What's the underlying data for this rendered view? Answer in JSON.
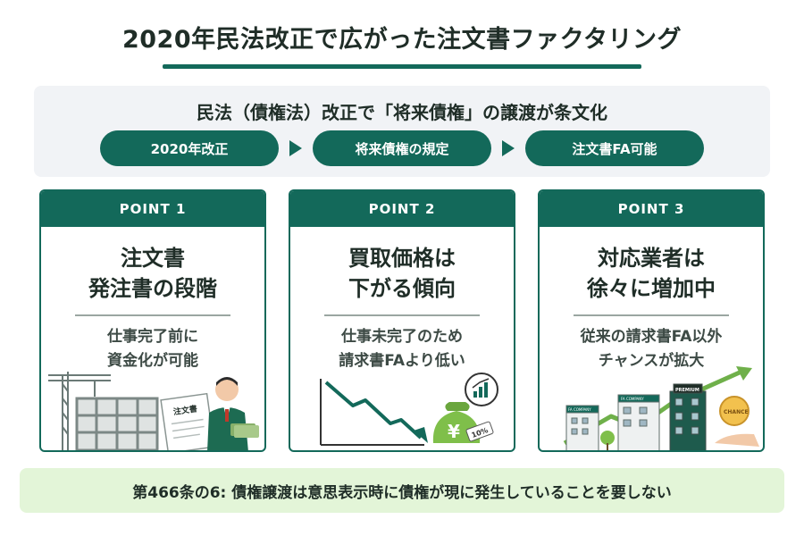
{
  "title": "2020年民法改正で広がった注文書ファクタリング",
  "band": {
    "heading": "民法（債権法）改正で「将来債権」の譲渡が条文化",
    "steps": [
      "2020年改正",
      "将来債権の規定",
      "注文書FA可能"
    ]
  },
  "cards": [
    {
      "point": "POINT 1",
      "title_lines": [
        "注文書",
        "発注書の段階"
      ],
      "desc_lines": [
        "仕事完了前に",
        "資金化が可能"
      ],
      "illus_text": "注文書"
    },
    {
      "point": "POINT 2",
      "title_lines": [
        "買取価格は",
        "下がる傾向"
      ],
      "desc_lines": [
        "仕事未完了のため",
        "請求書FAより低い"
      ],
      "illus_text": [
        "¥",
        "10%"
      ]
    },
    {
      "point": "POINT 3",
      "title_lines": [
        "対応業者は",
        "徐々に増加中"
      ],
      "desc_lines": [
        "従来の請求書FA以外",
        "チャンスが拡大"
      ],
      "illus_text": [
        "FA COMPANY",
        "FA COMPANY",
        "PREMIUM",
        "CHANCE"
      ]
    }
  ],
  "footer": "第466条の6: 債権譲渡は意思表示時に債権が現に発生していることを要しない",
  "colors": {
    "primary": "#13695a",
    "band_bg": "#f1f3f6",
    "footer_bg": "#e3f5d8",
    "accent_green": "#5fae3c",
    "gold": "#e0a52a"
  }
}
